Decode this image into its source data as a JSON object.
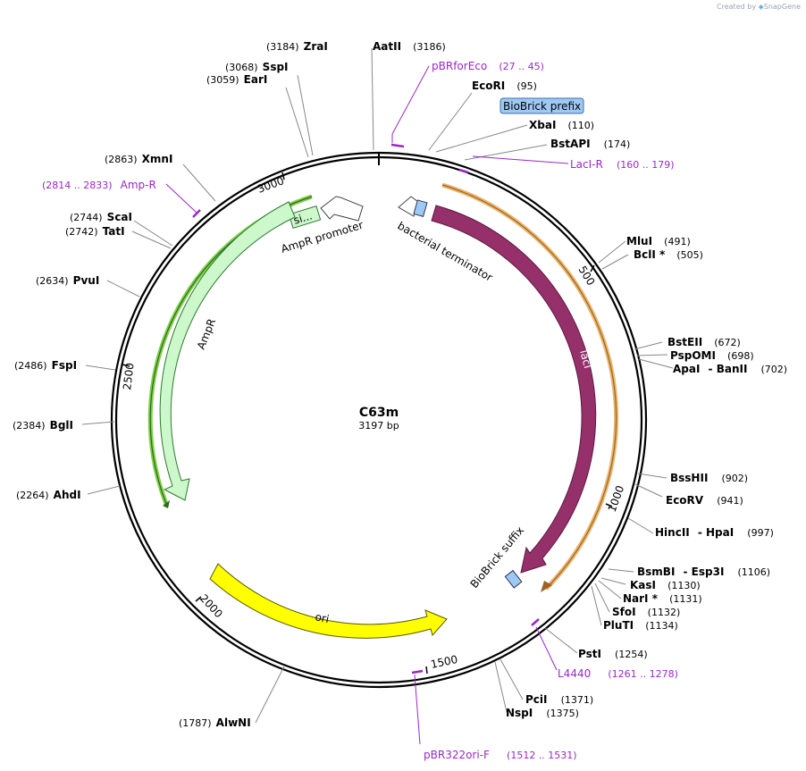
{
  "watermark": {
    "prefix": "Created by",
    "brand": "SnapGene"
  },
  "plasmid": {
    "name": "C63m",
    "size_label": "3197 bp",
    "length": 3197
  },
  "ticks": [
    "500",
    "1000",
    "1500",
    "2000",
    "2500",
    "3000"
  ],
  "enzymes": [
    {
      "name": "ZraI",
      "pos": "(3184)"
    },
    {
      "name": "AatII",
      "pos": "(3186)"
    },
    {
      "name": "SspI",
      "pos": "(3068)"
    },
    {
      "name": "EarI",
      "pos": "(3059)"
    },
    {
      "name": "EcoRI",
      "pos": "(95)"
    },
    {
      "name": "XbaI",
      "pos": "(110)"
    },
    {
      "name": "BstAPI",
      "pos": "(174)"
    },
    {
      "name": "XmnI",
      "pos": "(2863)"
    },
    {
      "name": "ScaI",
      "pos": "(2744)"
    },
    {
      "name": "TatI",
      "pos": "(2742)"
    },
    {
      "name": "PvuI",
      "pos": "(2634)"
    },
    {
      "name": "MluI",
      "pos": "(491)"
    },
    {
      "name": "BclI *",
      "pos": "(505)"
    },
    {
      "name": "BstEII",
      "pos": "(672)"
    },
    {
      "name": "PspOMI",
      "pos": "(698)"
    },
    {
      "name": "ApaI",
      "pos": "(702)",
      "alt": "- BanII"
    },
    {
      "name": "FspI",
      "pos": "(2486)"
    },
    {
      "name": "BglI",
      "pos": "(2384)"
    },
    {
      "name": "AhdI",
      "pos": "(2264)"
    },
    {
      "name": "BssHII",
      "pos": "(902)"
    },
    {
      "name": "EcoRV",
      "pos": "(941)"
    },
    {
      "name": "HincII",
      "pos": "(997)",
      "alt": "- HpaI"
    },
    {
      "name": "BsmBI",
      "pos": "(1106)",
      "alt": "- Esp3I"
    },
    {
      "name": "KasI",
      "pos": "(1130)"
    },
    {
      "name": "NarI *",
      "pos": "(1131)"
    },
    {
      "name": "SfoI",
      "pos": "(1132)"
    },
    {
      "name": "PluTI",
      "pos": "(1134)"
    },
    {
      "name": "PstI",
      "pos": "(1254)"
    },
    {
      "name": "PciI",
      "pos": "(1371)"
    },
    {
      "name": "NspI",
      "pos": "(1375)"
    },
    {
      "name": "AlwNI",
      "pos": "(1787)"
    }
  ],
  "primers": [
    {
      "name": "pBRforEco",
      "range": "(27 .. 45)"
    },
    {
      "name": "LacI-R",
      "range": "(160 .. 179)"
    },
    {
      "name": "Amp-R",
      "range": "(2814 .. 2833)"
    },
    {
      "name": "L4440",
      "range": "(1261 .. 1278)"
    },
    {
      "name": "pBR322ori-F",
      "range": "(1512 .. 1531)"
    }
  ],
  "features": {
    "biobrick_prefix": "BioBrick prefix",
    "biobrick_suffix": "BioBrick suffix",
    "bacterial_terminator": "bacterial terminator",
    "laci": "lacI",
    "ampr": "AmpR",
    "ampr_promoter": "AmpR promoter",
    "signal": "si...",
    "ori": "ori"
  },
  "colors": {
    "laci": "#96306a",
    "ampr": "#ccf8cc",
    "ori": "#ffff00",
    "primer": "#9b27c8",
    "biobrick": "#9ec9f5",
    "gene_outline": "#e8b66a",
    "ampr_outline": "#7fd04a"
  }
}
